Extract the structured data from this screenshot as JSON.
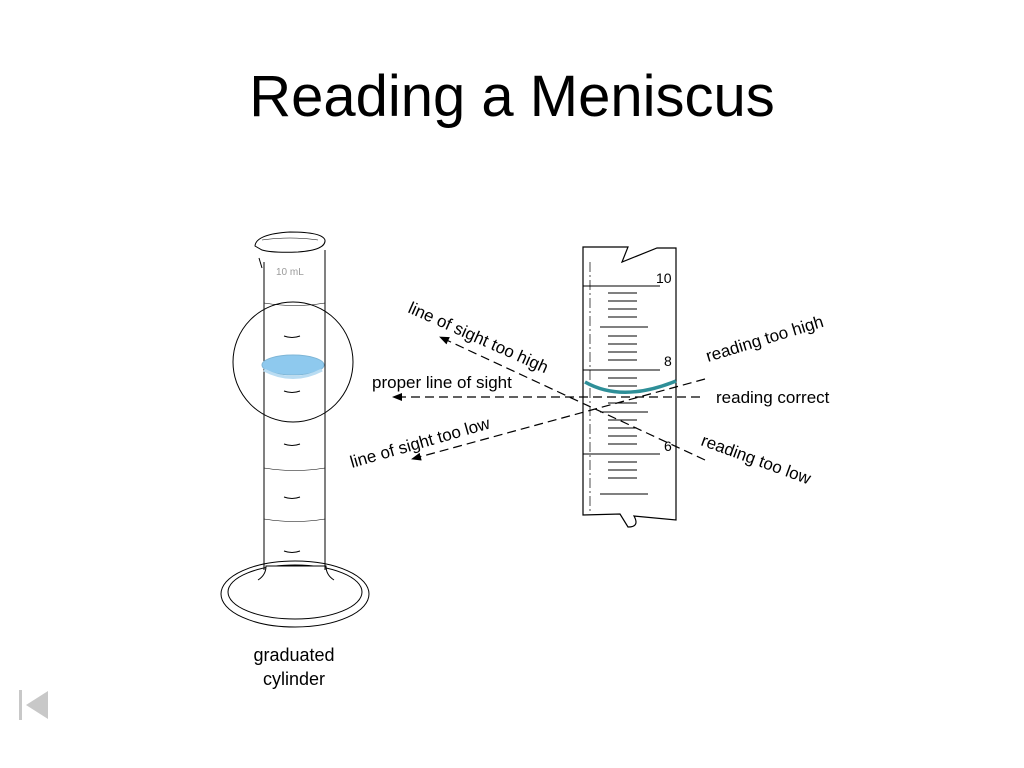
{
  "title": "Reading a Meniscus",
  "cylinder": {
    "capacity_label": "10 mL",
    "caption_line1": "graduated",
    "caption_line2": "cylinder"
  },
  "scale": {
    "tick_10": "10",
    "tick_8": "8",
    "tick_6": "6"
  },
  "sight_lines": {
    "too_high": "line of sight too high",
    "proper": "proper line of sight",
    "too_low": "line of sight too low"
  },
  "readings": {
    "too_high": "reading too high",
    "correct": "reading correct",
    "too_low": "reading too low"
  },
  "colors": {
    "liquid": "#8ec9ee",
    "meniscus": "#2e8f98",
    "outline": "#000000",
    "nav_icon": "#c8c8c8"
  },
  "nav": {
    "icon": "back-to-first-icon"
  }
}
